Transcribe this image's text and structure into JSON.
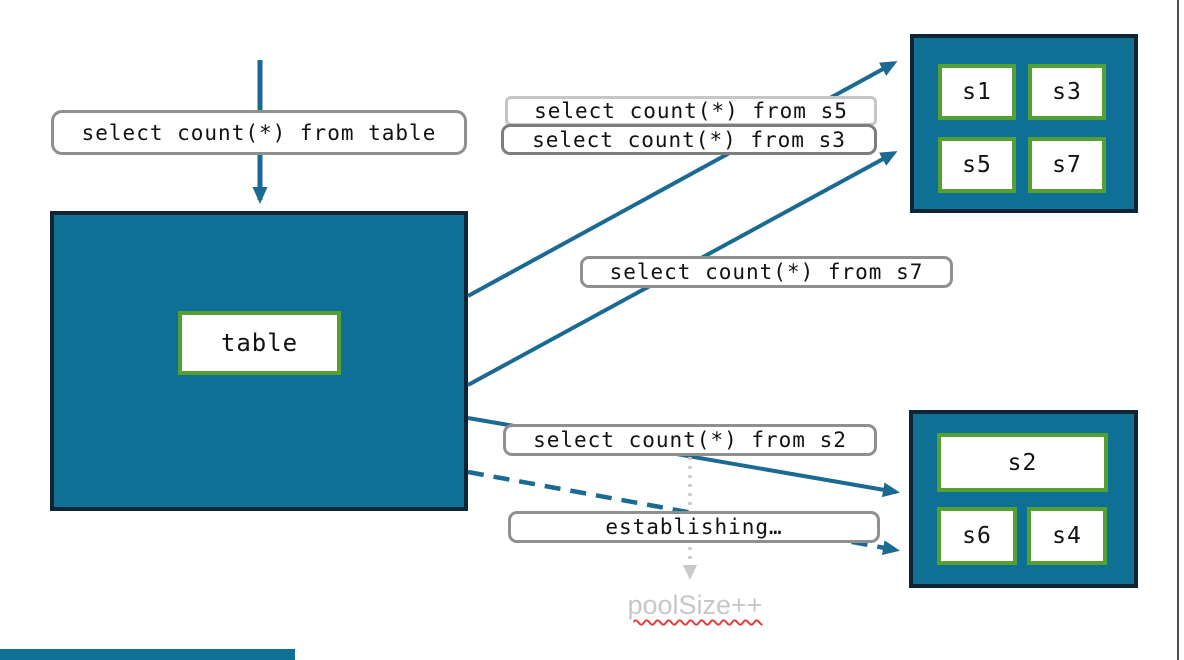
{
  "table_box": {
    "label": "table"
  },
  "pools": {
    "top": {
      "shards": [
        "s1",
        "s3",
        "s5",
        "s7"
      ]
    },
    "bottom": {
      "shards": [
        "s2",
        "s6",
        "s4"
      ]
    }
  },
  "queries": {
    "from_table": "select count(*) from table",
    "from_s5": "select count(*) from s5",
    "from_s3": "select count(*) from s3",
    "from_s7": "select count(*) from s7",
    "from_s2": "select count(*) from s2"
  },
  "status": {
    "establishing": "establishing…",
    "pool_size": "poolSize++"
  },
  "arrows": [
    {
      "name": "query-into-table",
      "from": "top",
      "to": "table-box",
      "style": "solid"
    },
    {
      "name": "table-to-top-pool-upper",
      "from": "table-box",
      "to": "top-pool",
      "style": "solid"
    },
    {
      "name": "table-to-top-pool-lower",
      "from": "table-box",
      "to": "top-pool",
      "style": "solid"
    },
    {
      "name": "table-to-bottom-pool",
      "from": "table-box",
      "to": "bottom-pool",
      "style": "solid"
    },
    {
      "name": "table-to-bottom-pool-establishing",
      "from": "table-box",
      "to": "bottom-pool",
      "style": "dashed"
    },
    {
      "name": "s2-query-to-poolsize",
      "from": "query-s2-label",
      "to": "pool-size-text",
      "style": "dotted-gray"
    }
  ],
  "colors": {
    "teal_fill": "#0f7096",
    "dark_border": "#0c2433",
    "green_border": "#55a032",
    "arrow_blue": "#1a6a92",
    "label_border_gray": "#8f8f8f",
    "muted_gray": "#c9c9c9",
    "squiggle_red": "#e0413c"
  }
}
